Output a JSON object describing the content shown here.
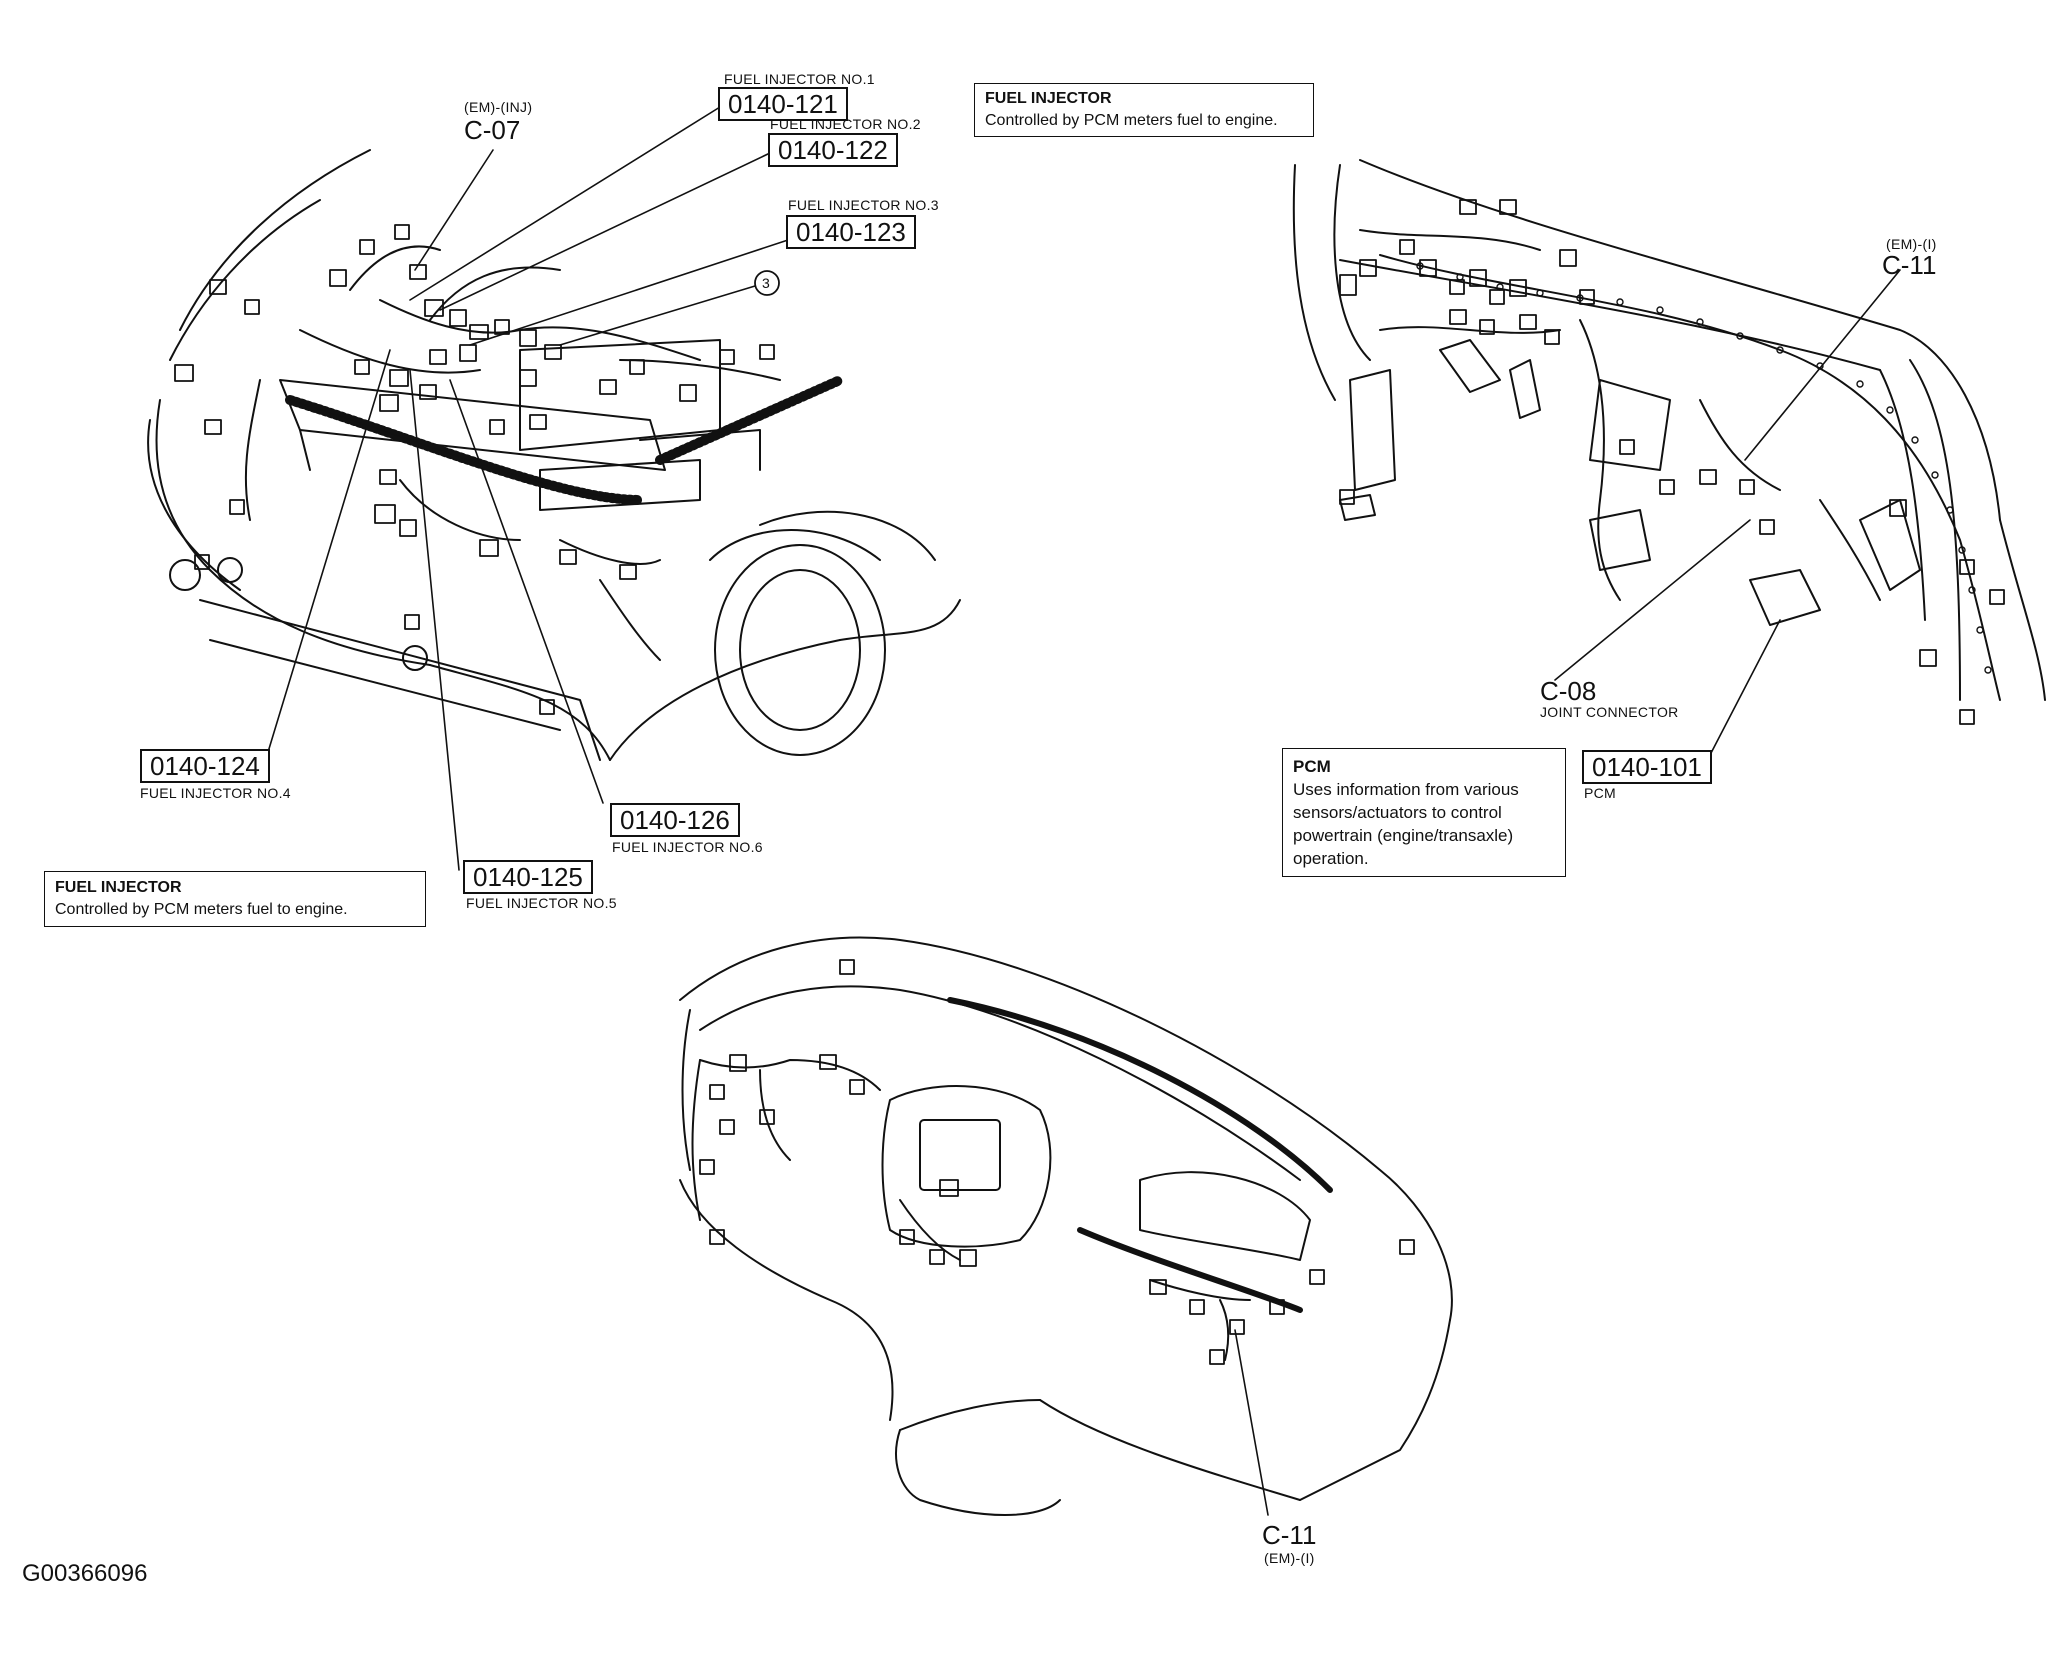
{
  "injector_codes": [
    {
      "code": "0140-121",
      "name": "FUEL INJECTOR NO.1"
    },
    {
      "code": "0140-122",
      "name": "FUEL INJECTOR NO.2"
    },
    {
      "code": "0140-123",
      "name": "FUEL INJECTOR NO.3"
    },
    {
      "code": "0140-124",
      "name": "FUEL INJECTOR NO.4"
    },
    {
      "code": "0140-125",
      "name": "FUEL INJECTOR NO.5"
    },
    {
      "code": "0140-126",
      "name": "FUEL INJECTOR NO.6"
    }
  ],
  "connectors": {
    "c07": {
      "tag": "(EM)-(INJ)",
      "id": "C-07"
    },
    "c11_top": {
      "tag": "(EM)-(I)",
      "id": "C-11"
    },
    "c08": {
      "id": "C-08",
      "desc": "JOINT CONNECTOR"
    },
    "c11_bottom": {
      "id": "C-11",
      "tag": "(EM)-(I)"
    }
  },
  "callout_number": "3",
  "pcm": {
    "code": "0140-101",
    "name": "PCM"
  },
  "info_boxes": {
    "fuel_injector_top": {
      "title": "FUEL INJECTOR",
      "text": "Controlled by PCM meters fuel to engine."
    },
    "fuel_injector_left": {
      "title": "FUEL INJECTOR",
      "text": "Controlled by PCM meters fuel to engine."
    },
    "pcm": {
      "title": "PCM",
      "text": "Uses information from various\nsensors/actuators to control\npowertrain (engine/transaxle)\noperation."
    }
  },
  "figure_id": "G00366096"
}
